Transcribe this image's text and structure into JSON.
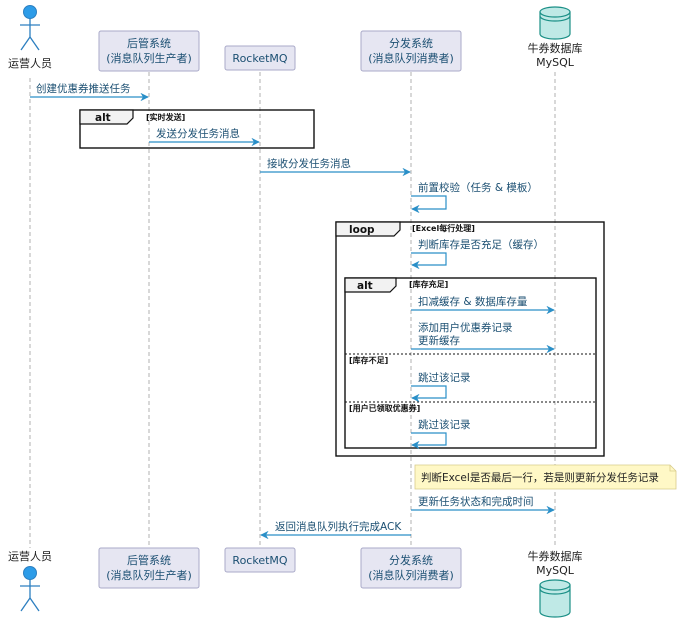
{
  "participants": [
    {
      "id": "ops",
      "kind": "actor",
      "label": "运营人员"
    },
    {
      "id": "admin",
      "kind": "participant",
      "lines": [
        "后管系统",
        "(消息队列生产者)"
      ]
    },
    {
      "id": "mq",
      "kind": "participant",
      "lines": [
        "RocketMQ"
      ]
    },
    {
      "id": "dist",
      "kind": "participant",
      "lines": [
        "分发系统",
        "(消息队列消费者)"
      ]
    },
    {
      "id": "db",
      "kind": "database",
      "lines": [
        "牛券数据库",
        "MySQL"
      ]
    }
  ],
  "messages": [
    {
      "from": "ops",
      "to": "admin",
      "lines": [
        "创建优惠券推送任务"
      ]
    },
    {
      "from": "admin",
      "to": "mq",
      "lines": [
        "发送分发任务消息"
      ]
    },
    {
      "from": "mq",
      "to": "dist",
      "lines": [
        "接收分发任务消息"
      ]
    },
    {
      "from": "dist",
      "to": "dist",
      "lines": [
        "前置校验（任务 & 模板）"
      ]
    },
    {
      "from": "dist",
      "to": "dist",
      "lines": [
        "判断库存是否充足（缓存）"
      ]
    },
    {
      "from": "dist",
      "to": "db",
      "lines": [
        "扣减缓存 & 数据库存量"
      ]
    },
    {
      "from": "dist",
      "to": "db",
      "lines": [
        "添加用户优惠券记录",
        "更新缓存"
      ]
    },
    {
      "from": "dist",
      "to": "dist",
      "lines": [
        "跳过该记录"
      ]
    },
    {
      "from": "dist",
      "to": "dist",
      "lines": [
        "跳过该记录"
      ]
    },
    {
      "from": "dist",
      "to": "db",
      "lines": [
        "更新任务状态和完成时间"
      ]
    },
    {
      "from": "dist",
      "to": "mq",
      "lines": [
        "返回消息队列执行完成ACK"
      ]
    }
  ],
  "frames": [
    {
      "keyword": "alt",
      "guard": "[实时发送]"
    },
    {
      "keyword": "loop",
      "guard": "[Excel每行处理]"
    },
    {
      "keyword": "alt",
      "guard": "[库存充足]",
      "sections": [
        "[库存不足]",
        "[用户已领取优惠券]"
      ]
    }
  ],
  "note": {
    "text": "判断Excel是否最后一行，若是则更新分发任务记录"
  },
  "colors": {
    "arrow": "#2a8fc8",
    "participant_fill": "#e6e6f2",
    "actor": "#2d9ce8",
    "database": "#bfe9e6",
    "note": "#fff8c6"
  }
}
